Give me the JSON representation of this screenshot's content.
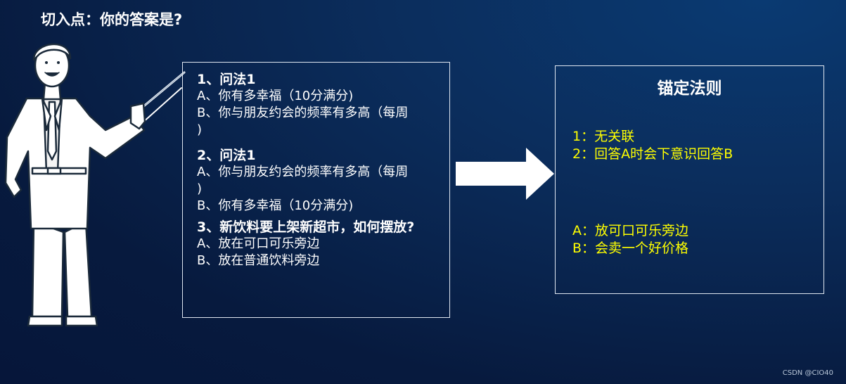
{
  "title": "切入点：你的答案是?",
  "left_box": {
    "q1": {
      "title": "1、问法1",
      "lines": [
        "A、你有多幸福（10分满分)",
        "B、你与朋友约会的频率有多高（每周",
        ")"
      ]
    },
    "q2": {
      "title": "2、问法1",
      "lines": [
        "A、你与朋友约会的频率有多高（每周",
        ")",
        "B、你有多幸福（10分满分)"
      ]
    },
    "q3": {
      "title": "3、新饮料要上架新超市，如何摆放?",
      "lines": [
        "A、放在可口可乐旁边",
        "B、放在普通饮料旁边"
      ]
    }
  },
  "right_box": {
    "title": "锚定法则",
    "rules": [
      "1：无关联",
      "2：回答A时会下意识回答B"
    ],
    "answers": [
      "A：放可口可乐旁边",
      "B：会卖一个好价格"
    ]
  },
  "watermark": "CSDN @CIO40",
  "colors": {
    "background": "#0b2d5c",
    "highlight": "#ffff00",
    "text": "#ffffff"
  }
}
